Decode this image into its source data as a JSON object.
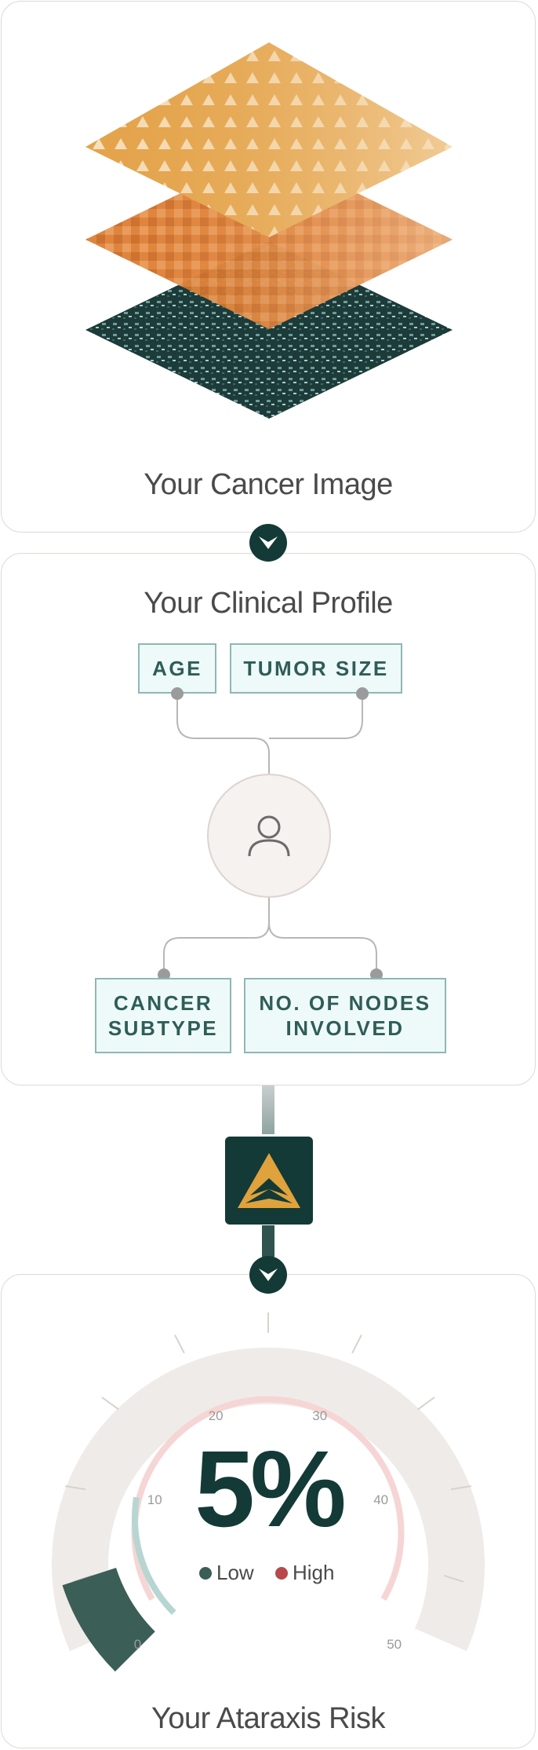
{
  "image_card": {
    "title": "Your Cancer Image"
  },
  "profile_card": {
    "title": "Your Clinical Profile",
    "tags": {
      "age": "AGE",
      "tumor_size": "TUMOR SIZE",
      "cancer_subtype": "CANCER\nSUBTYPE",
      "nodes": "NO. OF NODES\nINVOLVED"
    }
  },
  "risk_card": {
    "title": "Your Ataraxis Risk",
    "value": "5%",
    "value_fraction": 0.05,
    "scale_labels": [
      "0",
      "10",
      "20",
      "30",
      "40",
      "50"
    ],
    "legend": {
      "low": "Low",
      "high": "High"
    }
  },
  "colors": {
    "brand_dark": "#133a36",
    "low": "#3b5e56",
    "high": "#b8484a",
    "tag_bg": "#eefafa",
    "tag_border": "#8fb7b4",
    "logo_gold": "#e0a23c"
  }
}
